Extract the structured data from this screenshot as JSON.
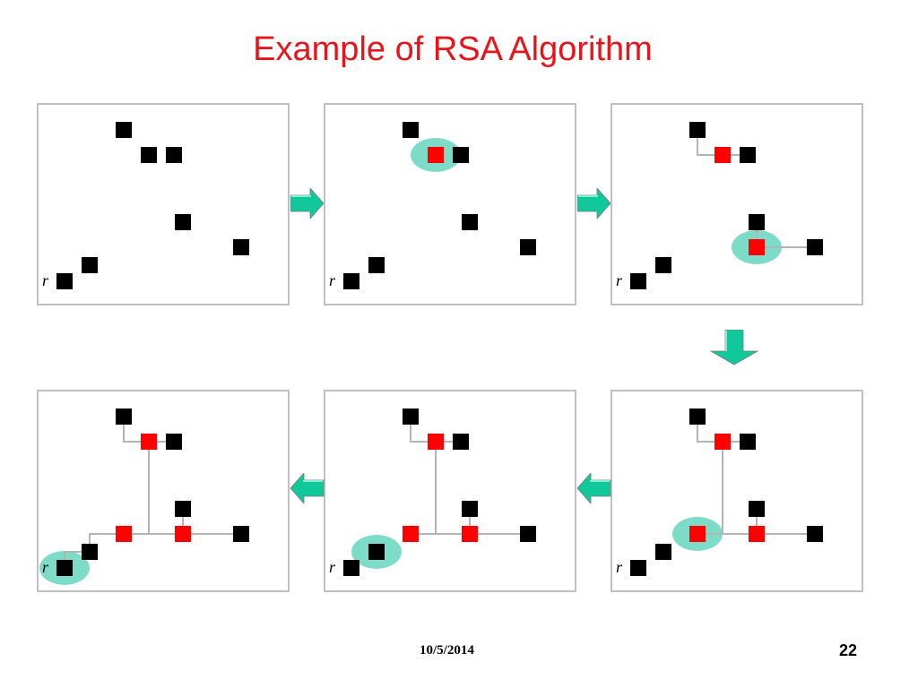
{
  "slide": {
    "title": "Example of RSA Algorithm",
    "date": "10/5/2014",
    "page_number": "22",
    "root_label": "r"
  },
  "colors": {
    "title": "#e8141b",
    "node_black": "#000000",
    "node_red": "#ff0000",
    "highlight": "#7ddcc8",
    "arrow": "#10c89a",
    "edge": "#b4b4b4",
    "panel_border": "#c0c0c0"
  },
  "panels": [
    {
      "id": "step-1",
      "red_nodes": [],
      "edges": [],
      "highlight": null
    },
    {
      "id": "step-2",
      "red_nodes": [
        "B"
      ],
      "edges": [],
      "highlight": "B"
    },
    {
      "id": "step-3",
      "red_nodes": [
        "B",
        "H"
      ],
      "edges": [
        [
          "A",
          "B"
        ],
        [
          "B",
          "C"
        ],
        [
          "D",
          "H"
        ],
        [
          "H",
          "E"
        ]
      ],
      "highlight": "H"
    },
    {
      "id": "step-4",
      "red_nodes": [
        "B",
        "H",
        "J"
      ],
      "edges": [
        [
          "A",
          "B"
        ],
        [
          "B",
          "C"
        ],
        [
          "D",
          "H"
        ],
        [
          "H",
          "E"
        ],
        [
          "B",
          "J"
        ],
        [
          "J",
          "H"
        ]
      ],
      "highlight": "J"
    },
    {
      "id": "step-5",
      "red_nodes": [
        "B",
        "H",
        "J"
      ],
      "edges": [
        [
          "A",
          "B"
        ],
        [
          "B",
          "C"
        ],
        [
          "D",
          "H"
        ],
        [
          "H",
          "E"
        ],
        [
          "B",
          "J"
        ],
        [
          "J",
          "H"
        ]
      ],
      "highlight": "F"
    },
    {
      "id": "step-6",
      "red_nodes": [
        "B",
        "H",
        "J"
      ],
      "edges": [
        [
          "A",
          "B"
        ],
        [
          "B",
          "C"
        ],
        [
          "D",
          "H"
        ],
        [
          "H",
          "E"
        ],
        [
          "B",
          "J"
        ],
        [
          "J",
          "H"
        ],
        [
          "G",
          "F"
        ],
        [
          "F",
          "J"
        ]
      ],
      "highlight": "G"
    }
  ]
}
